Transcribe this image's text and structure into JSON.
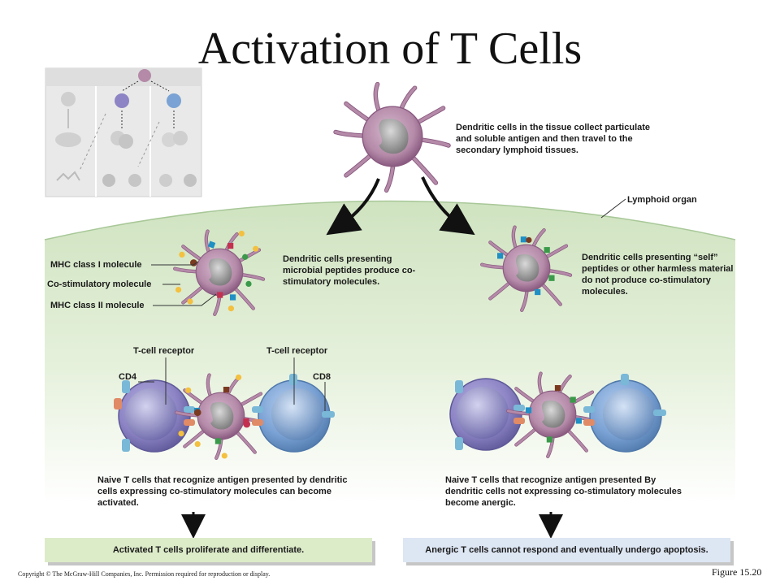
{
  "title": "Activation of T Cells",
  "top_caption": "Dendritic cells in the tissue collect particulate and soluble antigen and then travel to the secondary lymphoid tissues.",
  "lymphoid_organ_label": "Lymphoid organ",
  "left_panel": {
    "caption": "Dendritic cells presenting microbial peptides produce co-stimulatory molecules.",
    "labels": {
      "mhc1": "MHC class I molecule",
      "costim": "Co-stimulatory molecule",
      "mhc2": "MHC class II molecule",
      "tcr_left": "T-cell receptor",
      "tcr_right": "T-cell receptor",
      "cd4": "CD4",
      "cd8": "CD8"
    },
    "bottom_caption": "Naive T cells that recognize antigen presented by dendritic cells expressing co-stimulatory molecules can become activated.",
    "result": "Activated T cells proliferate and differentiate."
  },
  "right_panel": {
    "caption": "Dendritic cells presenting “self” peptides or other harmless material do not produce co-stimulatory molecules.",
    "bottom_caption": "Naive T cells that recognize antigen presented By dendritic cells not expressing co-stimulatory molecules become anergic.",
    "result": "Anergic T cells cannot respond and eventually undergo apoptosis."
  },
  "copyright": "Copyright © The McGraw-Hill Companies, Inc. Permission required for reproduction or display.",
  "figure_label": "Figure 15.20",
  "colors": {
    "dendritic_cell": "#b48aa8",
    "dendritic_dark": "#8a5a80",
    "nucleus": "#8c8c8c",
    "cd4_cell": "#8c84c4",
    "cd8_cell": "#7aa2d4",
    "lymphoid_bg": "#e3efd8",
    "activated_box": "#dcebc8",
    "anergic_box": "#dde6f3",
    "mhc1": "#1f8fc4",
    "mhc2": "#c43050",
    "costim": "#f3c040",
    "peptide": "#7a3a20"
  }
}
